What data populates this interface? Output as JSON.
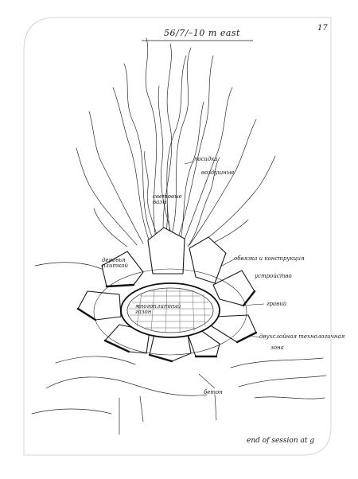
{
  "page": {
    "title": "56/7/–10 m east",
    "page_number": "17",
    "annotations": {
      "posadka": "посадка",
      "vozdushnoe": "воздушные",
      "svetovye_1": "световые",
      "svetovye_2": "вазы",
      "treugolnik_1": "деревья",
      "treugolnik_2": "плиткой",
      "obvyazka": "обвязка и конструкция",
      "ustroistvo": "устройство",
      "ploshchadka_1": "многоплитный",
      "ploshchadka_2": "газон",
      "gravii": "гравий",
      "dvusloinaya": "двухслойная технологичная",
      "zona": "зона",
      "beton": "бетон",
      "end": "end of session at g"
    }
  },
  "colors": {
    "ink": "#1a1a1a",
    "paper": "#ffffff",
    "frame": "#d6d6d6"
  }
}
